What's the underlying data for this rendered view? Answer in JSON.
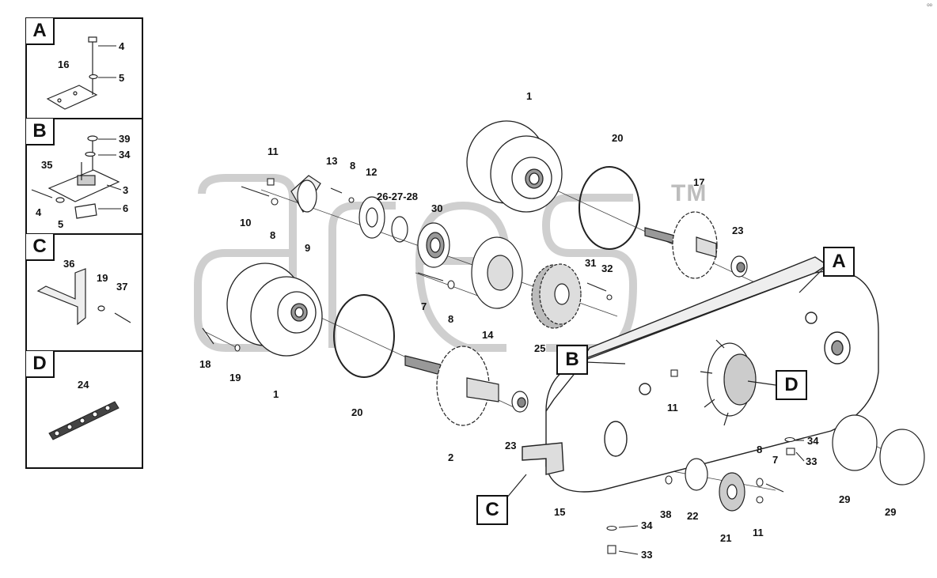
{
  "watermark": {
    "brand_text": "ares",
    "tm": "TM",
    "corner_mark": "ᵒᵒ"
  },
  "insets": [
    {
      "tag": "A",
      "labels": [
        "4",
        "16",
        "5"
      ]
    },
    {
      "tag": "B",
      "labels": [
        "39",
        "34",
        "35",
        "3",
        "4",
        "6",
        "5"
      ]
    },
    {
      "tag": "C",
      "labels": [
        "36",
        "19",
        "37"
      ]
    },
    {
      "tag": "D",
      "labels": [
        "24"
      ]
    }
  ],
  "callouts": {
    "A": "A",
    "B": "B",
    "C": "C",
    "D": "D"
  },
  "part_labels": {
    "p1_top": "1",
    "p1_bottom": "1",
    "p2": "2",
    "p7_left": "7",
    "p7_right": "7",
    "p8_a": "8",
    "p8_b": "8",
    "p8_c": "8",
    "p8_d": "8",
    "p9": "9",
    "p10": "10",
    "p11_a": "11",
    "p11_b": "11",
    "p11_c": "11",
    "p12": "12",
    "p13": "13",
    "p14": "14",
    "p15": "15",
    "p17": "17",
    "p18": "18",
    "p19": "19",
    "p20_a": "20",
    "p20_b": "20",
    "p21": "21",
    "p22": "22",
    "p23_a": "23",
    "p23_b": "23",
    "p25": "25",
    "p26_28": "26-27-28",
    "p29_a": "29",
    "p29_b": "29",
    "p30": "30",
    "p31": "31",
    "p32": "32",
    "p33_a": "33",
    "p33_b": "33",
    "p34_a": "34",
    "p34_b": "34",
    "p38": "38"
  }
}
